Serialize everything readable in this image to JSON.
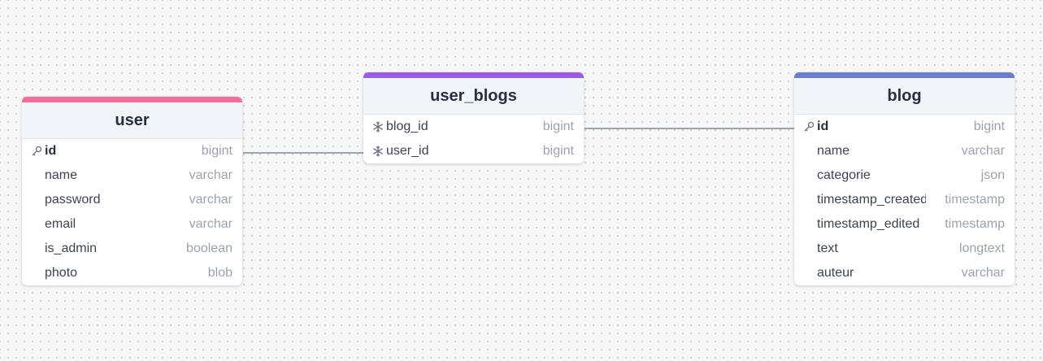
{
  "tables": [
    {
      "id": "user",
      "name": "user",
      "accent_color": "#f07099",
      "fields": [
        {
          "name": "id",
          "type": "bigint",
          "icon": "key-icon",
          "pk": true
        },
        {
          "name": "name",
          "type": "varchar"
        },
        {
          "name": "password",
          "type": "varchar"
        },
        {
          "name": "email",
          "type": "varchar"
        },
        {
          "name": "is_admin",
          "type": "boolean"
        },
        {
          "name": "photo",
          "type": "blob"
        }
      ]
    },
    {
      "id": "user_blogs",
      "name": "user_blogs",
      "accent_color": "#9b5de5",
      "fields": [
        {
          "name": "blog_id",
          "type": "bigint",
          "icon": "snowflake-icon"
        },
        {
          "name": "user_id",
          "type": "bigint",
          "icon": "snowflake-icon"
        }
      ]
    },
    {
      "id": "blog",
      "name": "blog",
      "accent_color": "#6b7fd1",
      "fields": [
        {
          "name": "id",
          "type": "bigint",
          "icon": "key-icon",
          "pk": true
        },
        {
          "name": "name",
          "type": "varchar"
        },
        {
          "name": "categorie",
          "type": "json"
        },
        {
          "name": "timestamp_created",
          "type": "timestamp"
        },
        {
          "name": "timestamp_edited",
          "type": "timestamp"
        },
        {
          "name": "text",
          "type": "longtext"
        },
        {
          "name": "auteur",
          "type": "varchar"
        }
      ]
    }
  ],
  "relationships": [
    {
      "from_table": "user",
      "from_field": "id",
      "to_table": "user_blogs",
      "to_field": "user_id"
    },
    {
      "from_table": "user_blogs",
      "from_field": "blog_id",
      "to_table": "blog",
      "to_field": "id"
    }
  ],
  "colors": {
    "connector": "#9ca3af",
    "header_bg": "#f1f4f8"
  }
}
